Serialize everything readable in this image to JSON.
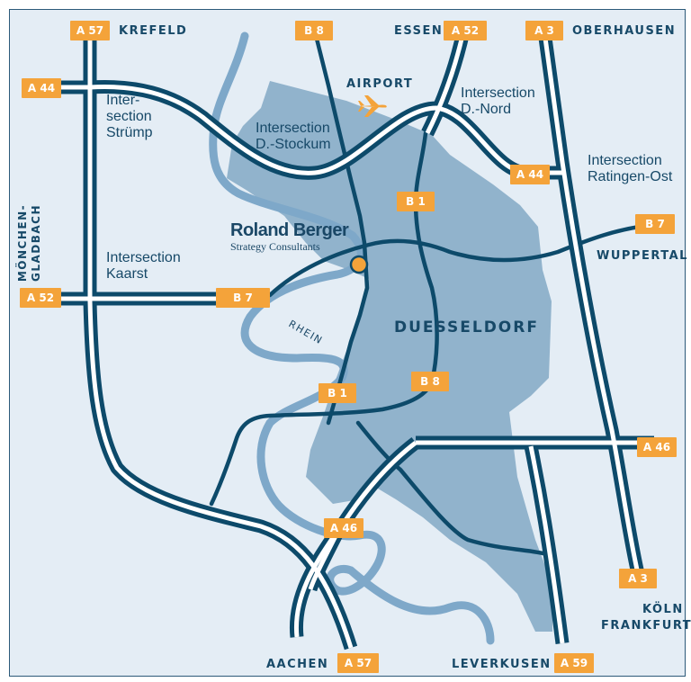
{
  "map": {
    "colors": {
      "road": "#0d4a6a",
      "river": "#7ea8c9",
      "city_area": "#91b3cc",
      "background": "#e4edf5",
      "shield": "#f4a33a",
      "shield_text": "#ffffff",
      "text": "#174968"
    },
    "city_name": "DUESSELDORF",
    "river_name": "RHEIN",
    "airport_label": "AIRPORT",
    "company": {
      "name": "Roland Berger",
      "tagline": "Strategy Consultants"
    },
    "shields": {
      "a57_top": "A 57",
      "b8_top": "B 8",
      "a52_top": "A 52",
      "a3_top": "A 3",
      "a44_left": "A 44",
      "a44_right": "A 44",
      "b1_upper": "B 1",
      "b7_right": "B 7",
      "a52_left": "A 52",
      "b7_center": "B 7",
      "b1_lower": "B 1",
      "b8_lower": "B 8",
      "a46_right": "A 46",
      "a46_left": "A 46",
      "a3_bottom": "A 3",
      "a57_bottom": "A 57",
      "a59_bottom": "A 59"
    },
    "destinations": {
      "krefeld": "KREFELD",
      "essen": "ESSEN",
      "oberhausen": "OBERHAUSEN",
      "wuppertal": "WUPPERTAL",
      "moenchengladbach_1": "MÖNCHEN-",
      "moenchengladbach_2": "GLADBACH",
      "koeln": "KÖLN",
      "frankfurt": "FRANKFURT",
      "aachen": "AACHEN",
      "leverkusen": "LEVERKUSEN"
    },
    "junctions": {
      "struemp_1": "Inter-",
      "struemp_2": "section",
      "struemp_3": "Strümp",
      "stockum_1": "Intersection",
      "stockum_2": "D.-Stockum",
      "nord_1": "Intersection",
      "nord_2": "D.-Nord",
      "ratingen_1": "Intersection",
      "ratingen_2": "Ratingen-Ost",
      "kaarst_1": "Intersection",
      "kaarst_2": "Kaarst"
    }
  }
}
